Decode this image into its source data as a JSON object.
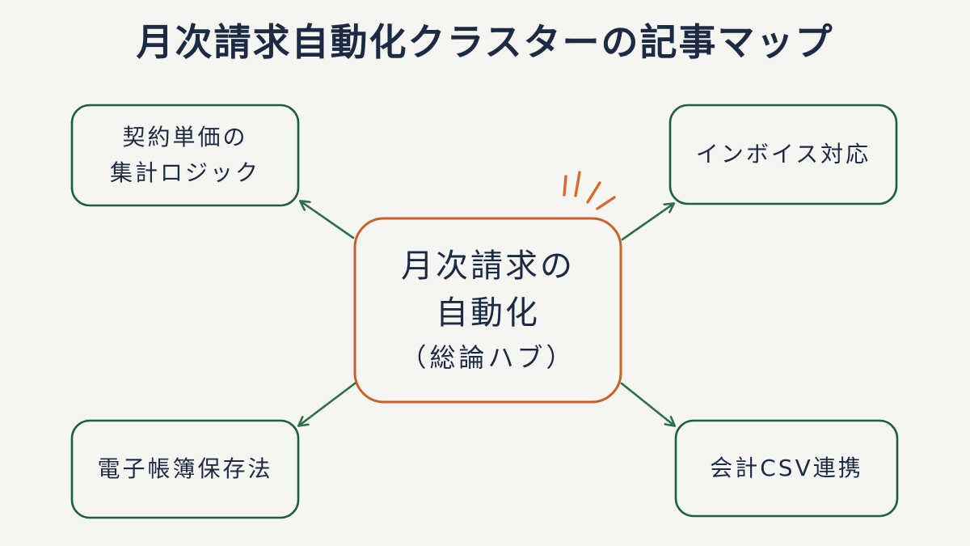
{
  "title": "月次請求自動化クラスターの記事マップ",
  "hub": {
    "line1": "月次請求の",
    "line2": "自動化",
    "line3": "（総論ハブ）"
  },
  "nodes": {
    "top_left": {
      "line1": "契約単価の",
      "line2": "集計ロジック"
    },
    "top_right": {
      "line1": "インボイス対応"
    },
    "bottom_left": {
      "line1": "電子帳簿保存法"
    },
    "bottom_right": {
      "line1": "会計CSV連携"
    }
  },
  "colors": {
    "background": "#f5f5f2",
    "text": "#1c2a44",
    "satellite_border": "#1f5e43",
    "hub_border": "#c8612b",
    "arrow": "#2f6e4a",
    "burst": "#d9692c"
  }
}
